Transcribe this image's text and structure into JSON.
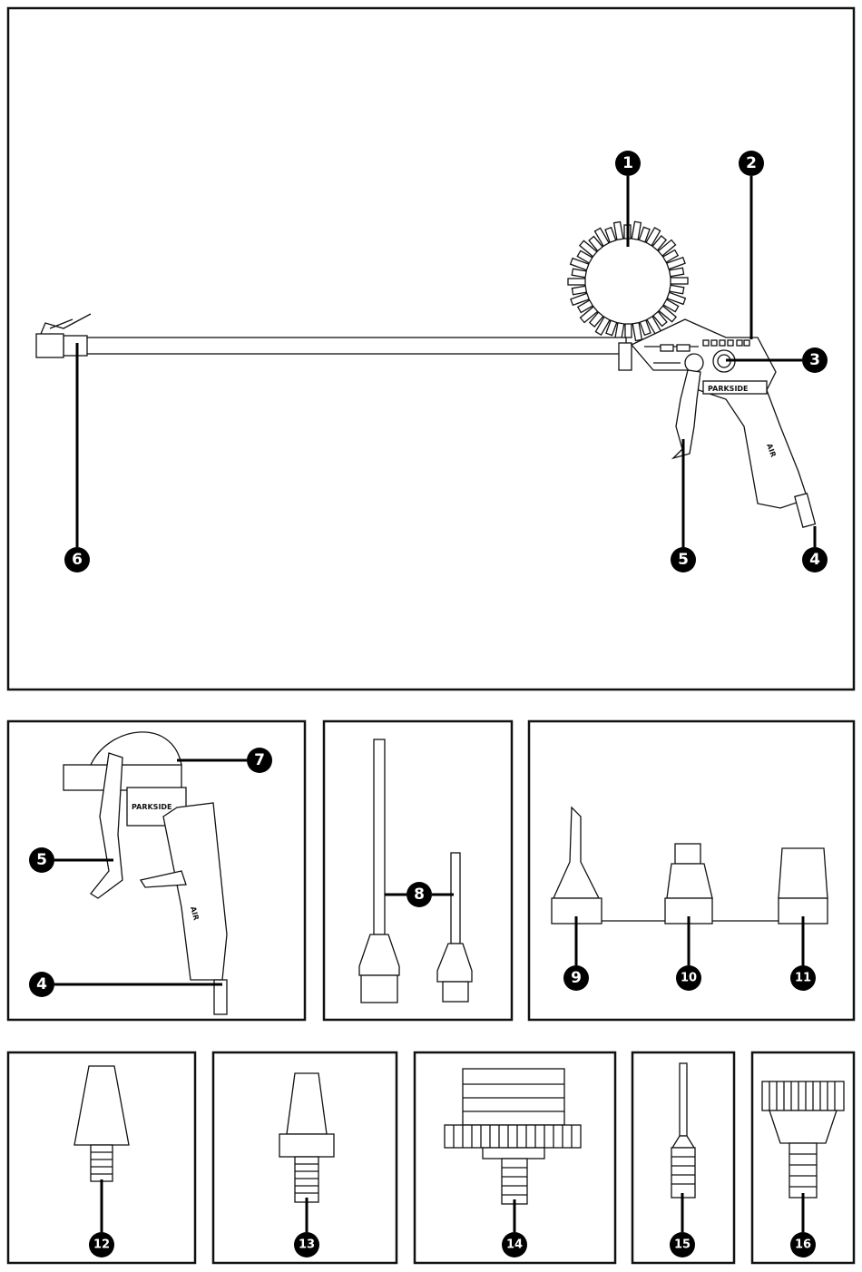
{
  "brand_logo": "PARKSIDE",
  "grip_marking": "AIR",
  "callouts": {
    "c1": "1",
    "c2": "2",
    "c3": "3",
    "c4": "4",
    "c5": "5",
    "c6": "6",
    "a7": "7",
    "a5": "5",
    "a4": "4",
    "b8": "8",
    "c9": "9",
    "c10": "10",
    "c11": "11",
    "c12": "12",
    "c13": "13",
    "c14": "14",
    "c15": "15",
    "c16": "16"
  }
}
